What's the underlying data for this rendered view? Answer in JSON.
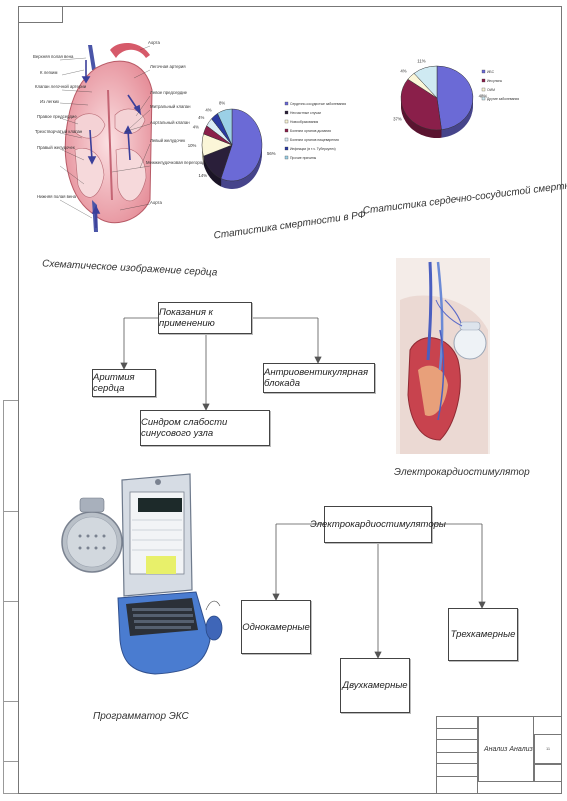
{
  "captions": {
    "heart": "Схематическое изображение сердца",
    "mortality_stats": "Статистика смертности в РФ",
    "cardio_stats": "Статистика сердечно-сосудистой смертности в РФ",
    "pacemaker": "Электрокардиостимулятор",
    "programmer": "Программатор ЭКС"
  },
  "heart_labels": {
    "svc": "Верхняя полая вена",
    "to_lungs": "К легким",
    "pulm_valve": "Клапан легочной артерии",
    "from_lungs": "Из легких",
    "right_atrium": "Правое предсердие",
    "tricuspid": "Трехстворчатый клапан",
    "right_ventricle": "Правый желудочек",
    "ivc": "Нижняя полая вена",
    "aorta_top": "Аорта",
    "pulm_artery": "Легочная артерия",
    "left_atrium": "Левое предсердие",
    "mitral": "Митральный клапан",
    "aortic_valve": "Аортальный клапан",
    "left_ventricle": "Левый желудочек",
    "septum": "Межжелудочковая перегородка",
    "aorta_bottom": "Аорта"
  },
  "diagram1": {
    "root": "Показания к применению",
    "children": [
      "Аритмия сердца",
      "Синдром слабости синусового узла",
      "Антриовентикулярная блокада"
    ]
  },
  "diagram2": {
    "root": "Электрокардиостимуляторы",
    "children": [
      "Однокамерные",
      "Двухкамерные",
      "Трехкамерные"
    ]
  },
  "pie1": {
    "slices": [
      {
        "label": "Сердечно-сосудистые заболевания",
        "pct": 56,
        "color": "#6b6ad6"
      },
      {
        "label": "Несчастные случаи",
        "pct": 14,
        "color": "#2a1f3a"
      },
      {
        "label": "Новообразования",
        "pct": 10,
        "color": "#fbf6d8"
      },
      {
        "label": "Болезни органов дыхания",
        "pct": 4,
        "color": "#8a1f4a"
      },
      {
        "label": "Болезни органов пищеварения",
        "pct": 4,
        "color": "#d9ecf6"
      },
      {
        "label": "Инфекции (в т.ч. Туберкулез)",
        "pct": 4,
        "color": "#2a3aa0"
      },
      {
        "label": "Прочие причины",
        "pct": 8,
        "color": "#9bd0e6"
      }
    ],
    "pct_labels": [
      "56%",
      "14%",
      "10%",
      "4%",
      "4%",
      "4%",
      "8%"
    ]
  },
  "pie2": {
    "slices": [
      {
        "label": "ИБС",
        "pct": 48,
        "color": "#6b6ad6"
      },
      {
        "label": "Инсульты",
        "pct": 37,
        "color": "#8a1f4a"
      },
      {
        "label": "ОИМ",
        "pct": 4,
        "color": "#fbf6d8"
      },
      {
        "label": "Другие заболевания",
        "pct": 11,
        "color": "#cfeaf2"
      }
    ],
    "pct_labels": [
      "48%",
      "37%",
      "4%",
      "11%"
    ]
  },
  "title_block": {
    "title": "Анализ Анализ",
    "sheet": "11"
  },
  "colors": {
    "border": "#777777",
    "heart_red": "#d87b86",
    "heart_pink": "#f2c4c8",
    "vessel_blue": "#4a55a8",
    "device_blue": "#3f6fc0"
  }
}
